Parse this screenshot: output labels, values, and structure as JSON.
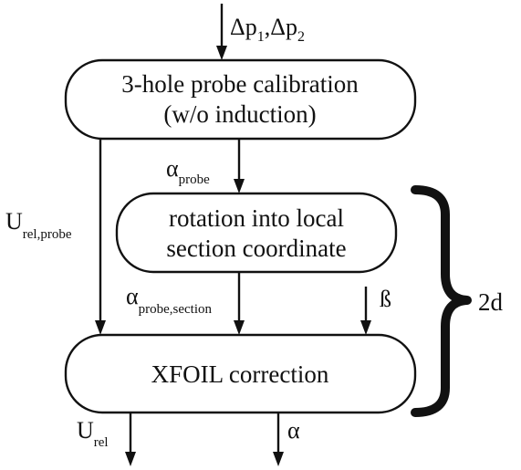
{
  "inputs": {
    "delta_p1": {
      "symbol": "Δp",
      "sub": "1"
    },
    "separator": ",",
    "delta_p2": {
      "symbol": "Δp",
      "sub": "2"
    }
  },
  "nodes": {
    "calibration": {
      "line1": "3-hole probe calibration",
      "line2": "(w/o induction)"
    },
    "rotation": {
      "line1": "rotation into local",
      "line2": "section coordinate"
    },
    "xfoil": {
      "label": "XFOIL correction"
    }
  },
  "edges": {
    "alpha_probe": {
      "symbol": "α",
      "sub": "probe"
    },
    "u_rel_probe": {
      "symbol": "U",
      "sub": "rel,probe"
    },
    "alpha_probe_section": {
      "symbol": "α",
      "sub": "probe,section"
    },
    "beta": {
      "symbol": "ß"
    }
  },
  "outputs": {
    "u_rel": {
      "symbol": "U",
      "sub": "rel"
    },
    "alpha": {
      "symbol": "α"
    }
  },
  "brace": {
    "label": "2d"
  }
}
